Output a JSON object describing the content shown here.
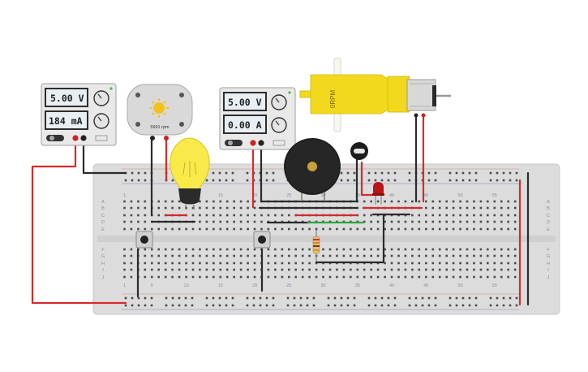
{
  "psu_left": {
    "voltage": "5.00 V",
    "current": "184 mA"
  },
  "psu_mid": {
    "voltage": "5.00 V",
    "current": "0.00 A"
  },
  "dc_motor": {
    "rpm": "5991 rpm"
  },
  "gear_motor": {
    "label": "0RPM"
  },
  "breadboard": {
    "rows_top": [
      "A",
      "B",
      "C",
      "D",
      "E"
    ],
    "rows_bottom": [
      "F",
      "G",
      "H",
      "I",
      "J"
    ],
    "col_numbers": [
      "1",
      "5",
      "10",
      "15",
      "20",
      "25",
      "30",
      "35",
      "40",
      "45",
      "50",
      "55"
    ]
  },
  "colors": {
    "wire_red": "#d52b2b",
    "wire_black": "#2b2b2b",
    "wire_green": "#2fa83b",
    "board": "#dcdcdc",
    "motor_yellow": "#f2d91d"
  }
}
